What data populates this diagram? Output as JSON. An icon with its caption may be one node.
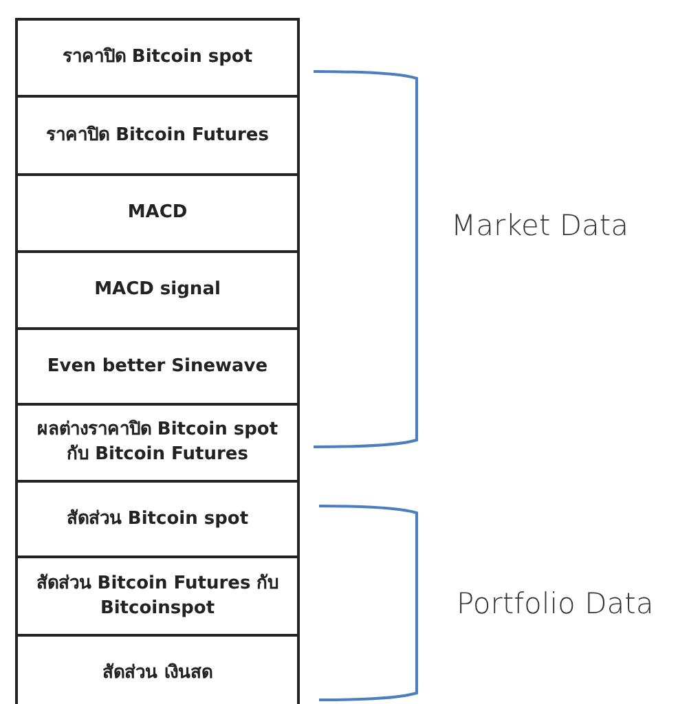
{
  "diagram": {
    "nodes": [
      {
        "text": [
          "ราคาปิด Bitcoin spot"
        ]
      },
      {
        "text": [
          "ราคาปิด Bitcoin Futures"
        ]
      },
      {
        "text": [
          "MACD"
        ]
      },
      {
        "text": [
          "MACD signal"
        ]
      },
      {
        "text": [
          "Even better Sinewave"
        ]
      },
      {
        "text": [
          "ผลต่างราคาปิด Bitcoin spot กับ Bitcoin Futures"
        ]
      },
      {
        "text": [
          "สัดส่วน Bitcoin spot"
        ]
      },
      {
        "text": [
          "สัดส่วน Bitcoin Futures กับ Bitcoinspot"
        ]
      },
      {
        "text": [
          "สัดส่วน เงินสด"
        ]
      }
    ],
    "labels": [
      "Market Data",
      "Portfolio Data"
    ]
  }
}
